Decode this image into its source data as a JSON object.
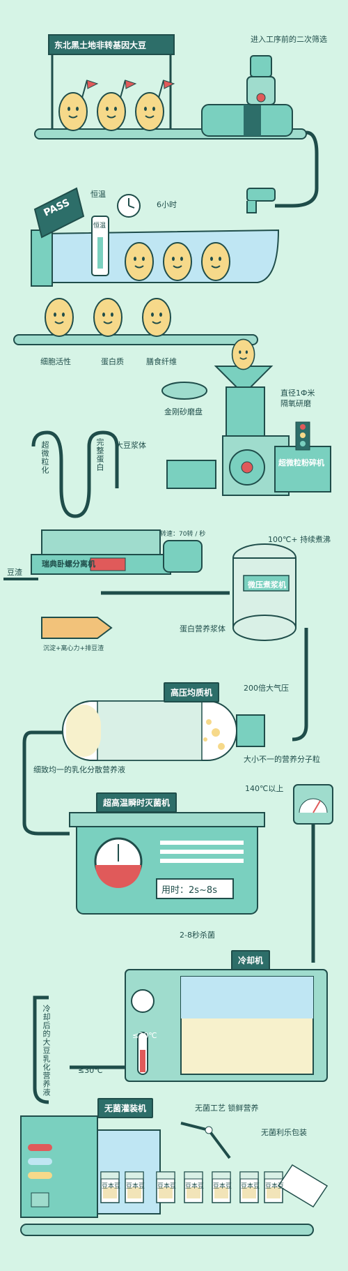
{
  "sections": {
    "soybean_banner": "东北黑土地非转基因大豆",
    "second_screening": "进入工序前的二次筛选",
    "pass_sign": "PASS",
    "constant_temp": "恒温",
    "thermometer_label": "恒温",
    "six_hours": "6小时",
    "nutrients": [
      "细胞活性",
      "蛋白质",
      "膳食纤维"
    ],
    "diamond_disc": "金刚砂磨盘",
    "grind_note_1": "直径1Ф米",
    "grind_note_2": "隔氧研磨",
    "ultrafine_grinder": "超微粒粉碎机",
    "super_refine": "超微粒化",
    "complete_protein": "完整蛋白",
    "soy_slurry": "大豆浆体",
    "speed": "转速：70转 / 秒",
    "separator": "瑞典卧螺分离机",
    "okara": "豆渣",
    "separator_caption": "沉淀+离心力+排豆渣",
    "continuous_boil": "100℃+ 持续煮沸",
    "pressure_boiler": "微压煮浆机",
    "protein_slurry": "蛋白营养浆体",
    "homogenizer": "高压均质机",
    "atmosphere": "200倍大气压",
    "molecules": "大小不一的营养分子粒",
    "emulsion": "细致均一的乳化分散营养液",
    "temp_140": "140℃以上",
    "uht": "超高温瞬时灭菌机",
    "time_used": "用时：2s~8s",
    "kill_note": "2-8秒杀菌",
    "cooler": "冷却机",
    "cooled_liquid": "冷却后的大豆乳化营养液",
    "temp_30a": "≤30℃",
    "temp_30b": "≤30℃",
    "aseptic_filler": "无菌灌装机",
    "aseptic_process": "无菌工艺 锁鲜营养",
    "aseptic_pack": "无菌利乐包装",
    "carton_brand": "豆本豆"
  },
  "colors": {
    "background": "#d6f4e6",
    "machine_teal": "#7ad0bf",
    "machine_dark": "#2d6e69",
    "outline": "#1f4d4a",
    "bean_yellow": "#f6d98a",
    "accent_red": "#e05a5a",
    "liquid_blue": "#bfe6f3",
    "liquid_cream": "#f7f1cc"
  }
}
